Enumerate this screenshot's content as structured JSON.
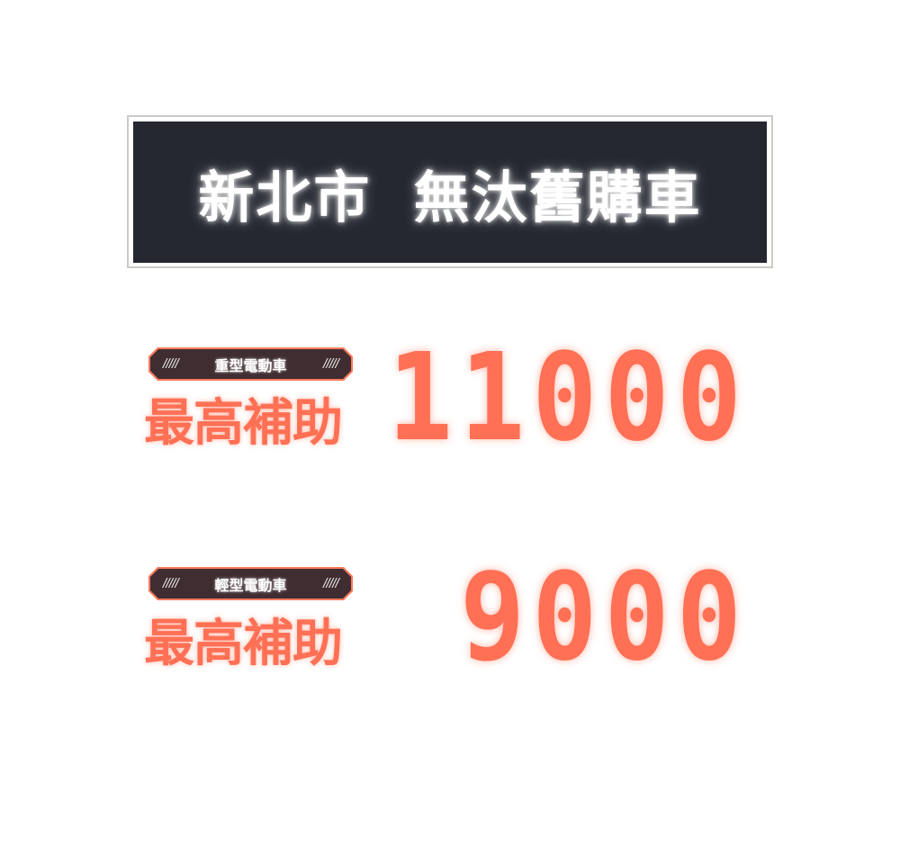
{
  "header": {
    "title": "新北市  無汰舊購車"
  },
  "offers": [
    {
      "category": "重型電動車",
      "label": "最高補助",
      "amount": "11000"
    },
    {
      "category": "輕型電動車",
      "label": "最高補助",
      "amount": "9000"
    }
  ],
  "colors": {
    "accent": "#ff7055",
    "title_bg": "#252831",
    "badge_bg": "#3f2d31"
  }
}
